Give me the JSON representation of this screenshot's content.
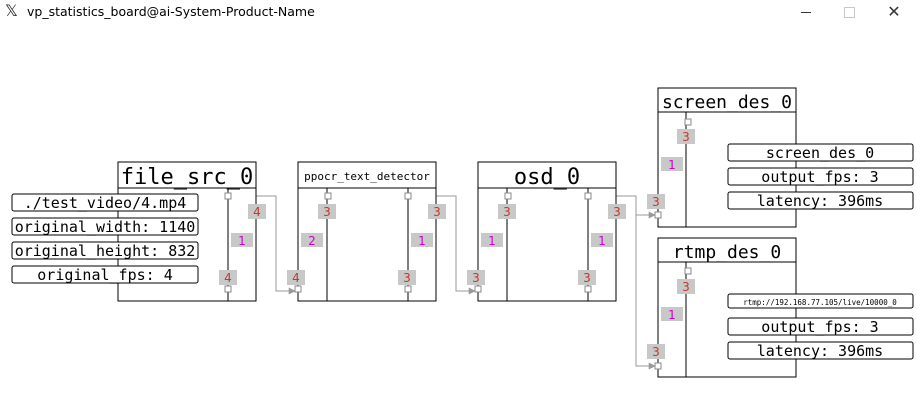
{
  "window": {
    "title": "vp_statistics_board@ai-System-Product-Name",
    "app_icon": "x-window-icon"
  },
  "colors": {
    "badge_bg": "#c8c8c8",
    "badge_red": "#c0392b",
    "badge_magenta": "#d000d0",
    "line": "#000000",
    "arrow": "#999999"
  },
  "nodes": {
    "file_src": {
      "title": "file_src_0",
      "in_queue": "4",
      "out_queue": "4",
      "core": "1",
      "info": [
        "./test_video/4.mp4",
        "original_width: 1140",
        "original_height: 832",
        "original_fps: 4"
      ]
    },
    "ppocr": {
      "title": "ppocr_text_detector",
      "in_queue_top": "3",
      "mid": "2",
      "in_queue_bottom": "4",
      "out_queue_top": "3",
      "core": "1",
      "out_queue_bottom": "3"
    },
    "osd": {
      "title": "osd_0",
      "in_queue_top": "3",
      "mid": "1",
      "in_queue_bottom": "3",
      "out_queue_top": "3",
      "core": "1",
      "out_queue_bottom": "3"
    },
    "screen_des": {
      "title": "screen_des_0",
      "queue_top": "3",
      "core": "1",
      "in_queue": "3",
      "info": [
        "screen_des_0",
        "output_fps: 3",
        "latency: 396ms"
      ]
    },
    "rtmp_des": {
      "title": "rtmp_des_0",
      "queue_top": "3",
      "core": "1",
      "in_queue": "3",
      "info": [
        "rtmp://192.168.77.105/live/10000_0",
        "output_fps: 3",
        "latency: 396ms"
      ]
    }
  }
}
